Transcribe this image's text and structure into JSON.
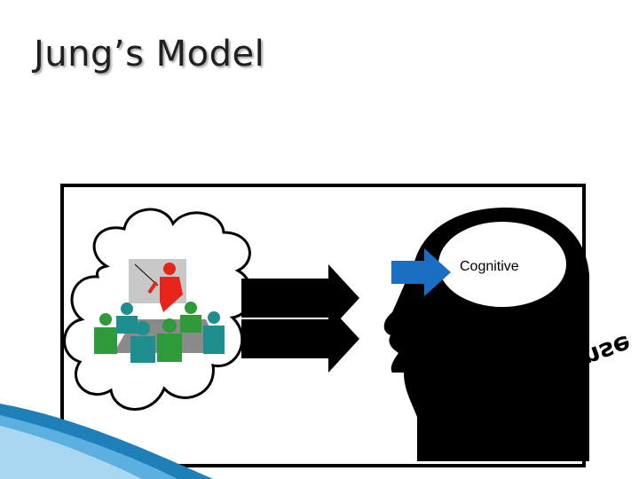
{
  "title": "Jung’s Model",
  "labels": {
    "cognitive": "Cognitive",
    "sense": "Sense"
  },
  "colors": {
    "frame": "#000000",
    "arrow_black": "#000000",
    "arrow_blue": "#1a6fc4",
    "presenter_red": "#e8231a",
    "audience_green": "#2e9a3a",
    "audience_teal": "#1f8e8e",
    "board_gray": "#c8c8c8"
  },
  "icons": [
    "cloud-icon",
    "presenter-icon",
    "audience-icon",
    "head-silhouette-icon",
    "arrow-right-icon"
  ]
}
